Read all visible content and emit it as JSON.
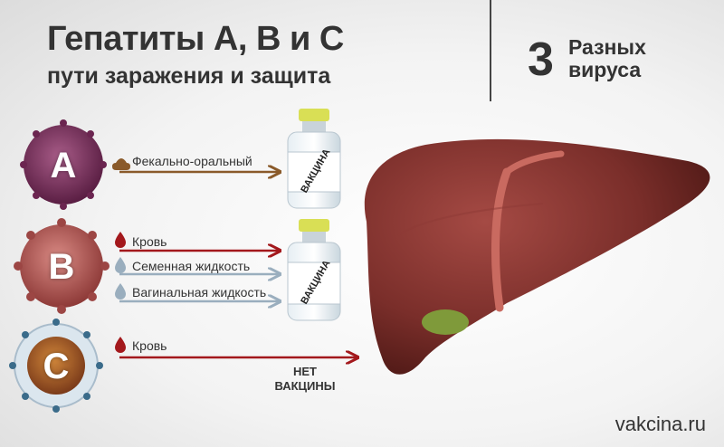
{
  "header": {
    "title": "Гепатиты А, В и С",
    "subtitle": "пути заражения и защита",
    "number": "3",
    "number_caption_line1": "Разных",
    "number_caption_line2": "вируса"
  },
  "viruses": [
    {
      "letter": "A",
      "routes": [
        "Фекально-оральный"
      ],
      "vaccine": "ВАКЦИНА"
    },
    {
      "letter": "B",
      "routes": [
        "Кровь",
        "Семенная жидкость",
        "Вагинальная жидкость"
      ],
      "vaccine": "ВАКЦИНА"
    },
    {
      "letter": "C",
      "routes": [
        "Кровь"
      ],
      "no_vaccine_line1": "НЕТ",
      "no_vaccine_line2": "ВАКЦИНЫ"
    }
  ],
  "footer": {
    "site": "vakcina.ru"
  },
  "colors": {
    "virus_a": "#7a2f5a",
    "virus_b": "#b2514f",
    "blood": "#a3181c",
    "fluid": "#9aaebe",
    "liver": "#7a2e2a"
  },
  "icons": {
    "fecal": "poop-icon",
    "blood": "blood-drop-icon",
    "fluid": "fluid-drop-icon"
  }
}
